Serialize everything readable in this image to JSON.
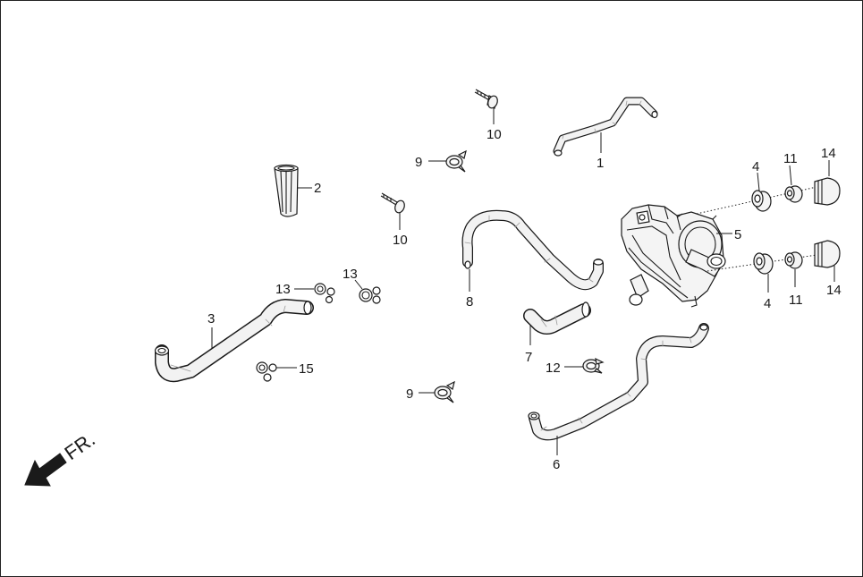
{
  "labels": {
    "p1": "1",
    "p2": "2",
    "p3": "3",
    "p4a": "4",
    "p4b": "4",
    "p5": "5",
    "p6": "6",
    "p7": "7",
    "p8": "8",
    "p9a": "9",
    "p9b": "9",
    "p10a": "10",
    "p10b": "10",
    "p11a": "11",
    "p11b": "11",
    "p12": "12",
    "p13a": "13",
    "p13b": "13",
    "p14a": "14",
    "p14b": "14",
    "p15": "15"
  },
  "direction": {
    "text": "FR.",
    "icon": "arrow-front-left-icon"
  }
}
